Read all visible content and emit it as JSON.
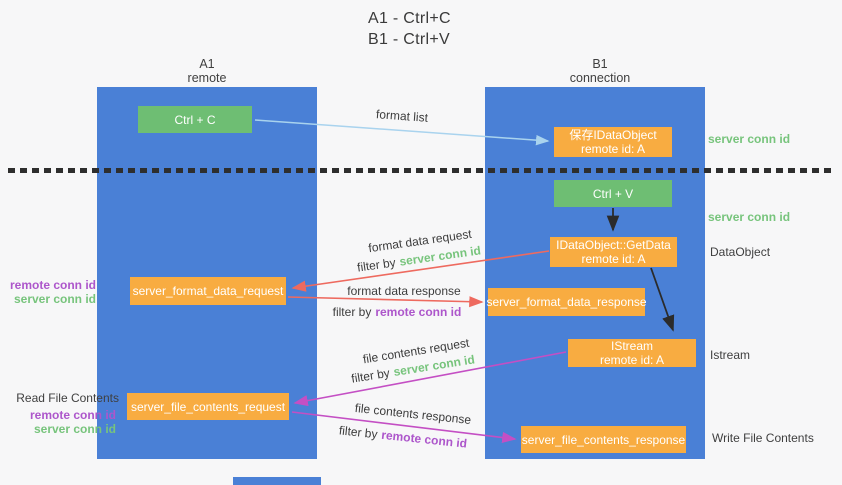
{
  "title": {
    "line1": "A1 - Ctrl+C",
    "line2": "B1 - Ctrl+V"
  },
  "columns": {
    "left": {
      "name": "A1",
      "role": "remote"
    },
    "right": {
      "name": "B1",
      "role": "connection"
    }
  },
  "boxes": {
    "ctrl_c": {
      "label": "Ctrl + C"
    },
    "save_dataobject": {
      "line1": "保存IDataObject",
      "line2": "remote id: A"
    },
    "ctrl_v": {
      "label": "Ctrl + V"
    },
    "getdata": {
      "line1": "IDataObject::GetData",
      "line2": "remote id: A"
    },
    "format_request": {
      "label": "server_format_data_request"
    },
    "format_response": {
      "label": "server_format_data_response"
    },
    "istream": {
      "line1": "IStream",
      "line2": "remote id: A"
    },
    "file_request": {
      "label": "server_file_contents_request"
    },
    "file_response": {
      "label": "server_file_contents_response"
    }
  },
  "arrows": {
    "format_list": "format list",
    "format_data_request": "format data request",
    "format_data_response": "format data response",
    "file_contents_request": "file contents request",
    "file_contents_response": "file contents response",
    "filter_by": "filter by",
    "server_conn_id": "server conn id",
    "remote_conn_id": "remote conn id"
  },
  "side_labels": {
    "right_server_conn_id_1": "server conn id",
    "right_server_conn_id_2": "server conn id",
    "data_object": "DataObject",
    "istream": "Istream",
    "write_file_contents": "Write File Contents",
    "left_remote_conn_id_1": "remote conn id",
    "left_server_conn_id_1": "server conn id",
    "read_file_contents": "Read File Contents",
    "left_remote_conn_id_2": "remote conn id",
    "left_server_conn_id_2": "server conn id"
  },
  "colors": {
    "column_blue": "#4a80d6",
    "box_green": "#6ebe73",
    "box_orange": "#f8ac41",
    "arrow_lightblue": "#a9d3ee",
    "arrow_red": "#ee6a5f",
    "arrow_magenta": "#c44fc4",
    "arrow_black": "#2b2b2b",
    "text_green": "#77c47c",
    "text_purple": "#ad56cb",
    "text_dark": "#3d3d3d"
  }
}
